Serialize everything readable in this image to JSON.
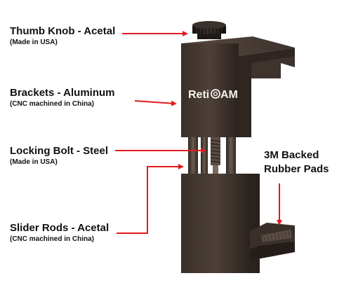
{
  "brand": {
    "logo_text_left": "Reti",
    "logo_text_right": "AM"
  },
  "callouts": {
    "knob": {
      "title": "Thumb Knob - Acetal",
      "sub": "(Made in USA)"
    },
    "brackets": {
      "title": "Brackets - Aluminum",
      "sub": "(CNC machined in China)"
    },
    "bolt": {
      "title": "Locking Bolt - Steel",
      "sub": "(Made in USA)"
    },
    "rods": {
      "title": "Slider Rods - Acetal",
      "sub": "(CNC machined in China)"
    },
    "pads": {
      "line1": "3M Backed",
      "line2": "Rubber Pads"
    }
  },
  "colors": {
    "arrow": "#e21b1b",
    "body_dark": "#2a2420",
    "body_mid": "#4a3f38",
    "body_light": "#6b5c52",
    "background": "#ffffff"
  }
}
